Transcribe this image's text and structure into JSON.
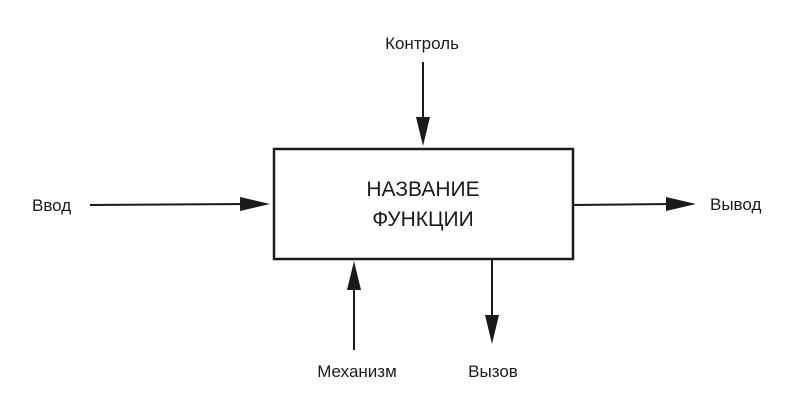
{
  "function_box": {
    "line1": "НАЗВАНИЕ",
    "line2": "ФУНКЦИИ"
  },
  "labels": {
    "control": "Контроль",
    "input": "Ввод",
    "output": "Вывод",
    "mechanism": "Механизм",
    "call": "Вызов"
  },
  "colors": {
    "stroke": "#1a1a1a",
    "background": "#ffffff"
  }
}
